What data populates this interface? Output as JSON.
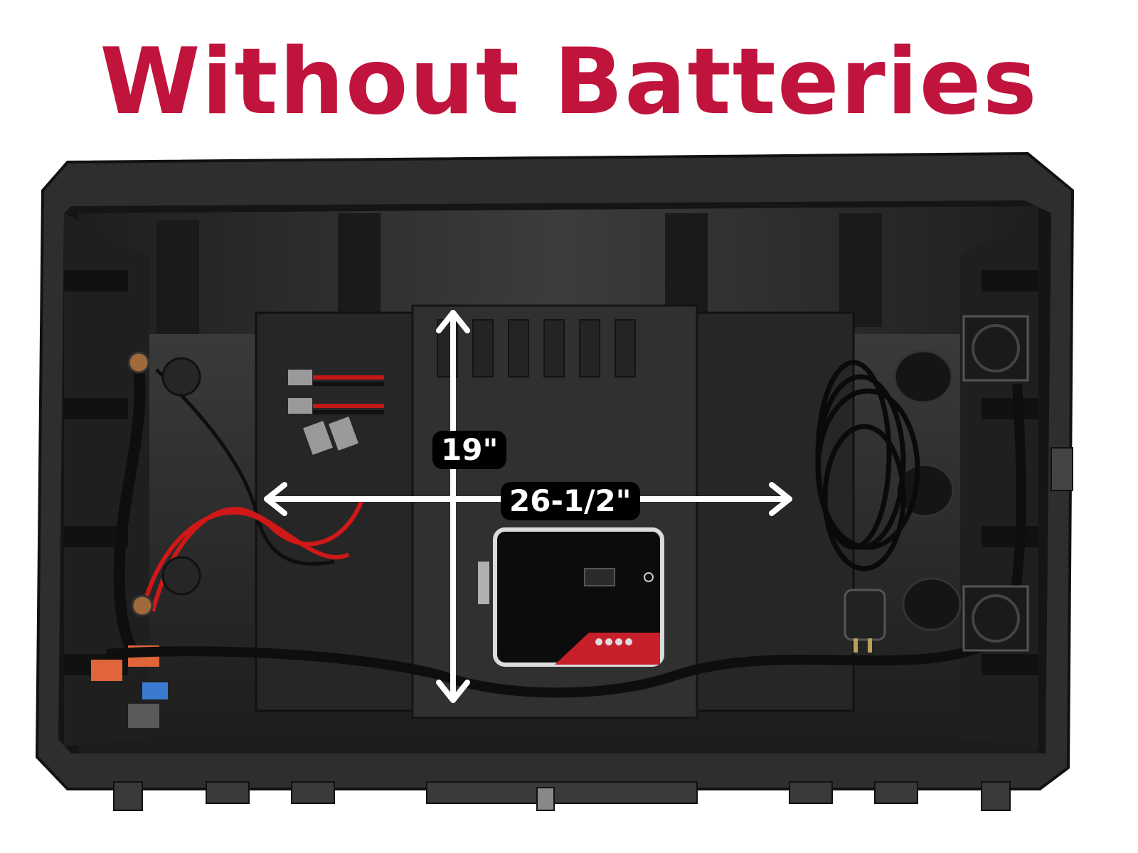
{
  "title": "Without Batteries",
  "dimensions": {
    "height_label": "19\"",
    "width_label": "26-1/2\""
  },
  "colors": {
    "title": "#c0143c",
    "box": "#2b2b2b",
    "arrow": "#ffffff",
    "wire_red": "#d01818"
  }
}
